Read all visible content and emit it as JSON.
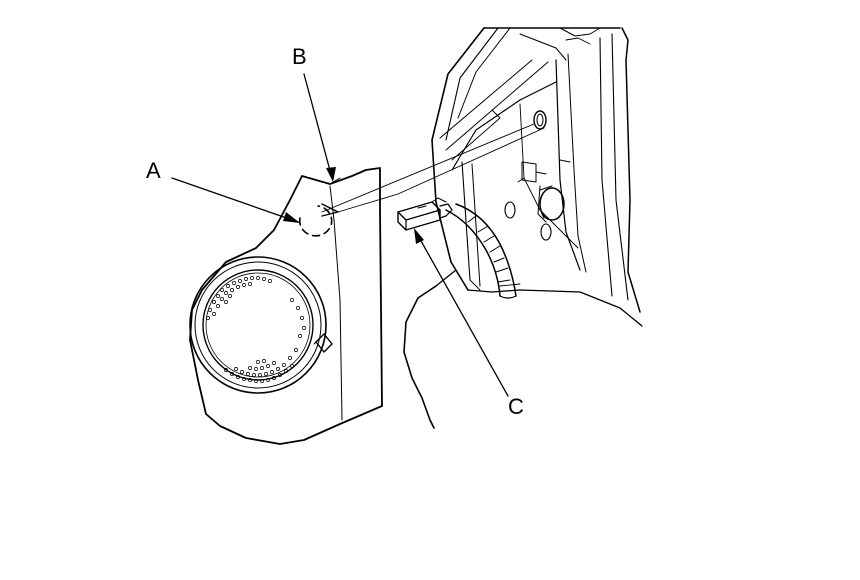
{
  "callouts": {
    "a": "A",
    "b": "B",
    "c": "C"
  },
  "colors": {
    "line": "#000000",
    "background": "#ffffff"
  },
  "icons": {
    "speaker_grille": "speaker-grille-icon",
    "clip": "clip-icon",
    "connector": "connector-icon"
  }
}
